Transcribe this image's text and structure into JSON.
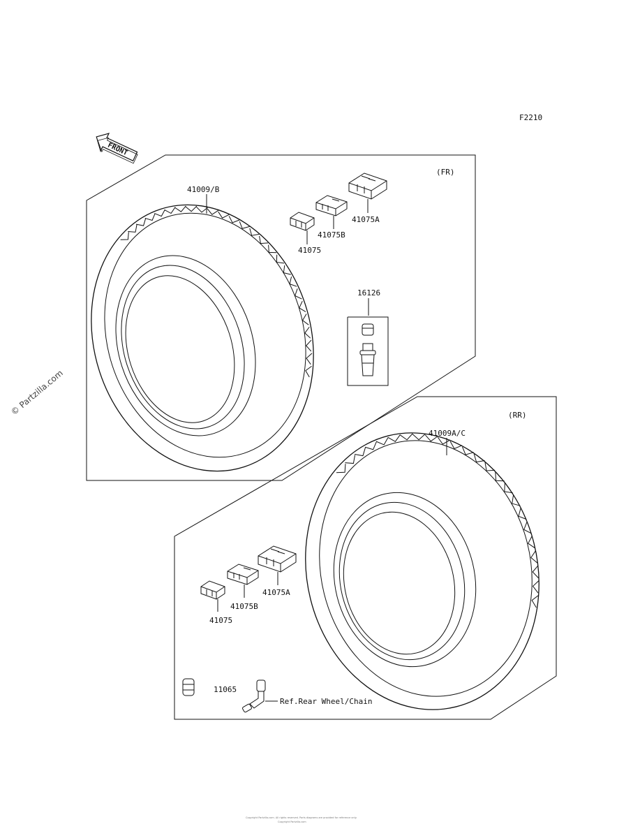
{
  "diagram_code": "F2210",
  "watermark": "© Partzilla.com",
  "direction_arrow": {
    "label": "FRONT",
    "icon": "front-arrow-icon"
  },
  "front_section": {
    "title": "(FR)",
    "tire_label": "41009/B",
    "weights": [
      "41075",
      "41075B",
      "41075A"
    ],
    "valve_label": "16126"
  },
  "rear_section": {
    "title": "(RR)",
    "tire_label": "41009A/C",
    "weights": [
      "41075",
      "41075B",
      "41075A"
    ],
    "valve_cap_label": "11065",
    "reference": "Ref.Rear Wheel/Chain"
  },
  "footer": {
    "line1": "Copyright Partzilla.com. All rights reserved. Parts diagrams are provided for reference only.",
    "line2": "Copyright Partzilla.com"
  }
}
